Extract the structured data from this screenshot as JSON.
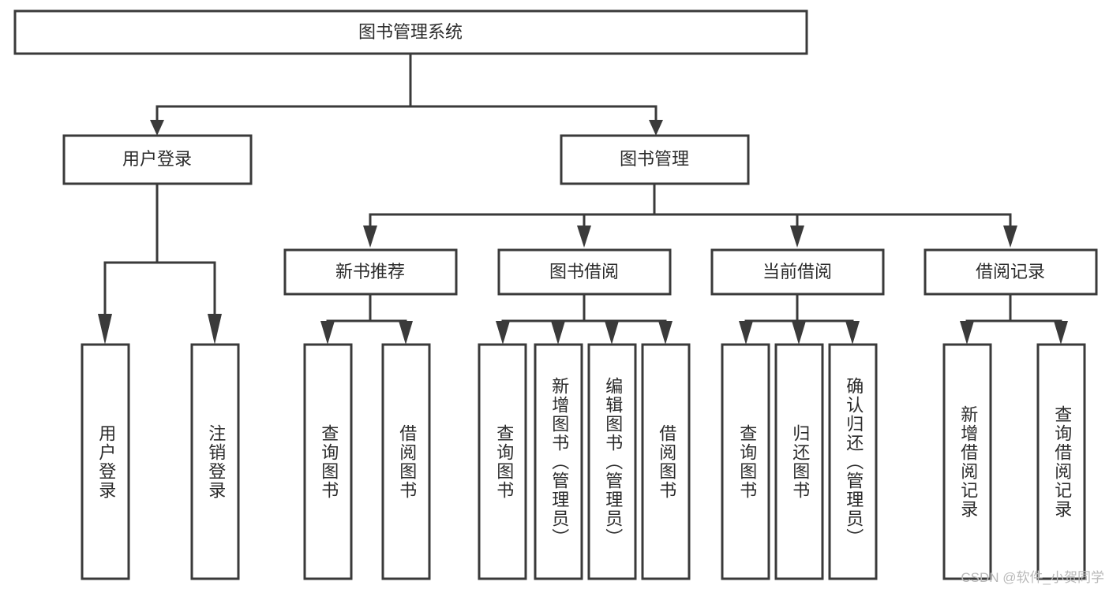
{
  "diagram": {
    "type": "tree-hierarchy",
    "title": "图书管理系统",
    "orientation": "top-down",
    "watermark": "CSDN @软件_小贺同学",
    "colors": {
      "stroke": "#3a3a3a",
      "fill": "#ffffff",
      "text": "#2b2b2b",
      "watermark": "#b9b9b9"
    },
    "levels": {
      "root": {
        "label": "图书管理系统"
      },
      "level1": [
        {
          "label": "用户登录"
        },
        {
          "label": "图书管理"
        }
      ],
      "level2": [
        {
          "label": "新书推荐",
          "parent": "图书管理"
        },
        {
          "label": "图书借阅",
          "parent": "图书管理"
        },
        {
          "label": "当前借阅",
          "parent": "图书管理"
        },
        {
          "label": "借阅记录",
          "parent": "图书管理"
        }
      ],
      "leaves": [
        {
          "label": "用户登录",
          "parent": "用户登录"
        },
        {
          "label": "注销登录",
          "parent": "用户登录"
        },
        {
          "label": "查询图书",
          "parent": "新书推荐"
        },
        {
          "label": "借阅图书",
          "parent": "新书推荐"
        },
        {
          "label": "查询图书",
          "parent": "图书借阅"
        },
        {
          "label": "新增图书（管理员）",
          "parent": "图书借阅"
        },
        {
          "label": "编辑图书（管理员）",
          "parent": "图书借阅"
        },
        {
          "label": "借阅图书",
          "parent": "图书借阅"
        },
        {
          "label": "查询图书",
          "parent": "当前借阅"
        },
        {
          "label": "归还图书",
          "parent": "当前借阅"
        },
        {
          "label": "确认归还（管理员）",
          "parent": "当前借阅"
        },
        {
          "label": "新增借阅记录",
          "parent": "借阅记录"
        },
        {
          "label": "查询借阅记录",
          "parent": "借阅记录"
        }
      ]
    }
  }
}
